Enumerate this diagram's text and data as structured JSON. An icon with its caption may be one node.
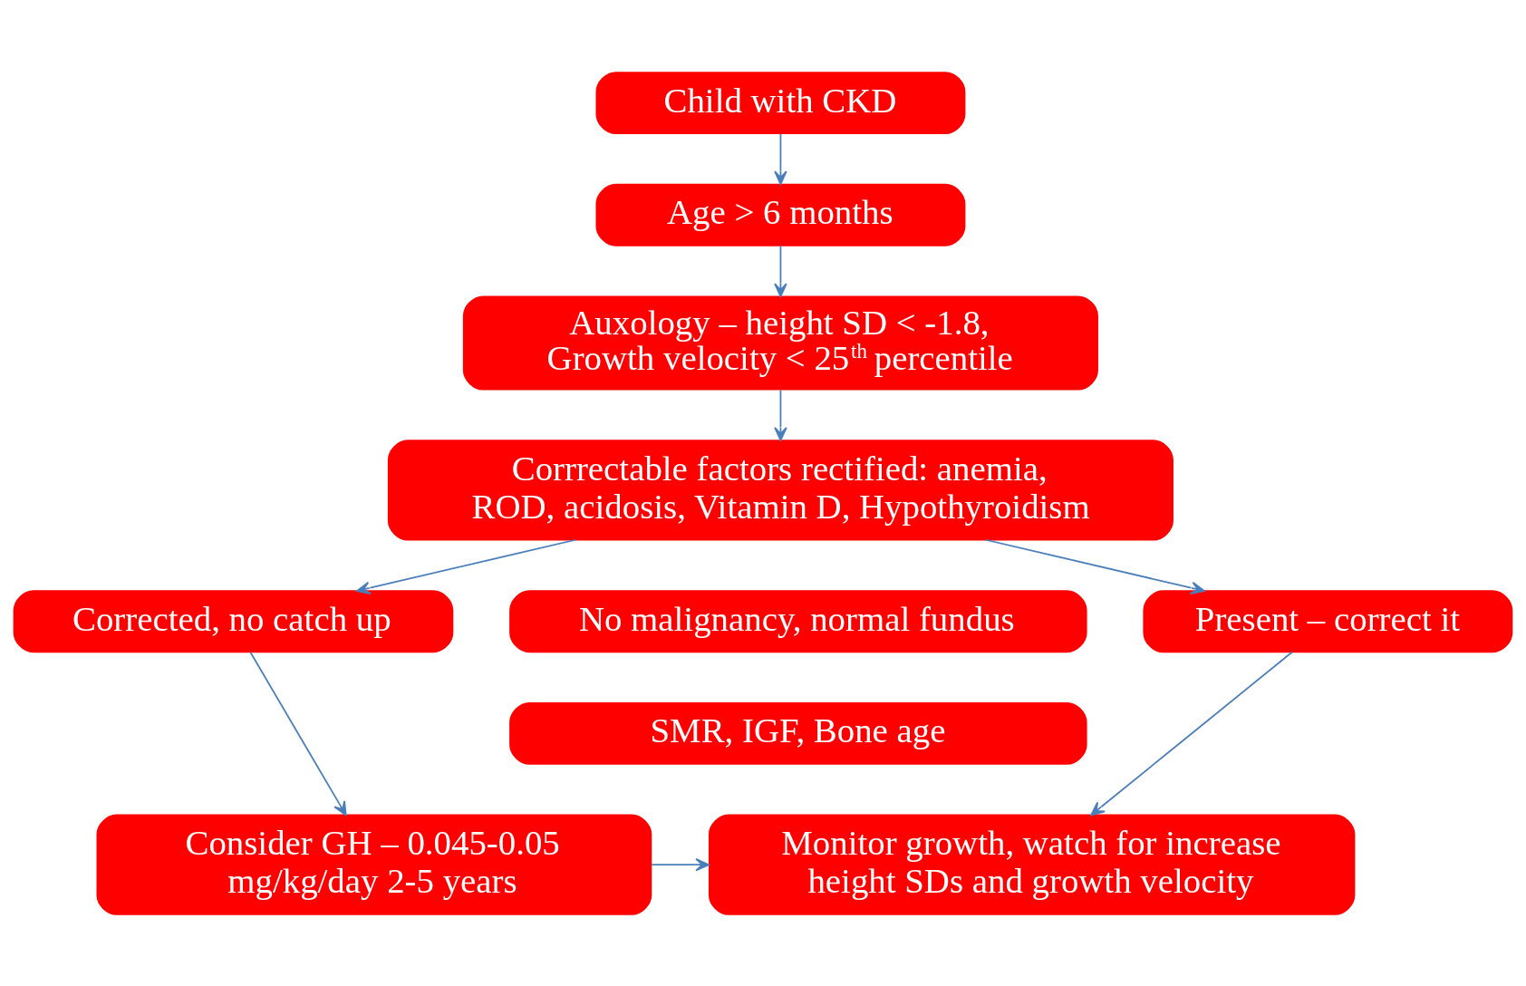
{
  "diagram": {
    "nodes": [
      {
        "text": [
          "Child with CKD"
        ]
      },
      {
        "text": [
          "Age > 6 months"
        ]
      },
      {
        "text": [
          "Auxology – height SD < -1.8, Growth velocity < 25$^{th}$ percentile"
        ]
      },
      {
        "text": [
          "Corrrectable factors rectified: anemia, ROD, acidosis, Vitamin D, Hypothyroidism"
        ]
      },
      {
        "text": [
          "Corrected, no catch up"
        ]
      },
      {
        "text": [
          "Present – correct it"
        ]
      },
      {
        "text": [
          "No malignancy, normal fundus"
        ]
      },
      {
        "text": [
          "SMR, IGF, Bone age"
        ]
      },
      {
        "text": [
          "Consider GH – 0.045-0.05 mg/kg/day 2-5 years"
        ]
      },
      {
        "text": [
          "Monitor growth, watch for increase height SDs and growth velocity"
        ]
      }
    ],
    "edges": [
      {
        "from": 0,
        "to": 1,
        "arrow": "to"
      },
      {
        "from": 1,
        "to": 2,
        "arrow": "to"
      },
      {
        "from": 2,
        "to": 3,
        "arrow": "to"
      },
      {
        "from": 3,
        "to": 4,
        "arrow": "to"
      },
      {
        "from": 3,
        "to": 5,
        "arrow": "to"
      },
      {
        "from": 4,
        "to": 8,
        "arrow": "to"
      },
      {
        "from": 5,
        "to": 9,
        "arrow": "to"
      },
      {
        "from": 8,
        "to": 9,
        "arrow": "to"
      }
    ]
  }
}
